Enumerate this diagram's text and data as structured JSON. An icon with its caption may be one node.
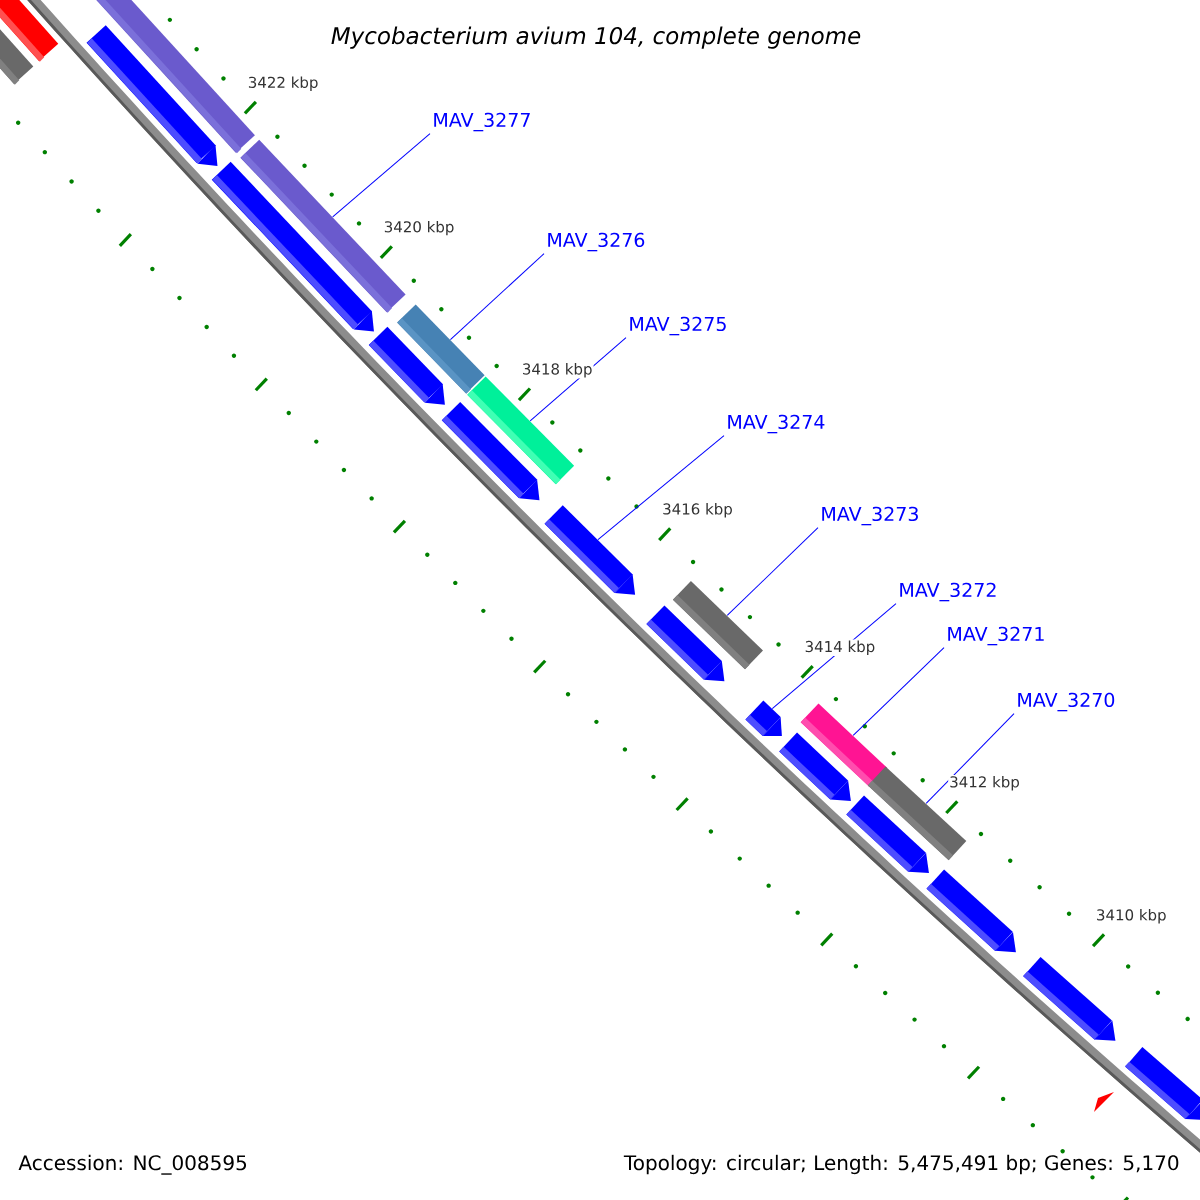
{
  "diagram": {
    "title": "Mycobacterium avium 104, complete genome",
    "nodes": [
      {
        "text": [
          "MAV_3277"
        ]
      },
      {
        "text": [
          "MAV_3276"
        ]
      },
      {
        "text": [
          "MAV_3275"
        ]
      },
      {
        "text": [
          "MAV_3274"
        ]
      },
      {
        "text": [
          "MAV_3273"
        ]
      },
      {
        "text": [
          "MAV_3272"
        ]
      },
      {
        "text": [
          "MAV_3271"
        ]
      },
      {
        "text": [
          "MAV_3270"
        ]
      },
      {
        "text": [],
        "shape": "bar"
      },
      {
        "text": [],
        "shape": "bar"
      },
      {
        "text": [],
        "shape": "bar"
      },
      {
        "text": [],
        "shape": "arrow"
      },
      {
        "text": [],
        "shape": "bar"
      },
      {
        "text": [],
        "shape": "arrow"
      },
      {
        "text": [],
        "shape": "bar"
      },
      {
        "text": [],
        "shape": "arrow"
      },
      {
        "text": [],
        "shape": "bar"
      },
      {
        "text": [],
        "shape": "arrow"
      },
      {
        "text": [],
        "shape": "arrow"
      },
      {
        "text": [],
        "shape": "bar"
      },
      {
        "text": [],
        "shape": "arrow"
      },
      {
        "text": [],
        "shape": "arrow"
      },
      {
        "text": [],
        "shape": "bar"
      },
      {
        "text": [],
        "shape": "arrow"
      },
      {
        "text": [],
        "shape": "bar"
      },
      {
        "text": [],
        "shape": "arrow"
      },
      {
        "text": [],
        "shape": "arrow"
      },
      {
        "text": [],
        "shape": "arrow"
      },
      {
        "text": [],
        "shape": "arrow"
      }
    ],
    "edges": [
      {
        "from": 0,
        "to": 12,
        "arrow": "none"
      },
      {
        "from": 1,
        "to": 14,
        "arrow": "none"
      },
      {
        "from": 2,
        "to": 16,
        "arrow": "none"
      },
      {
        "from": 3,
        "to": 18,
        "arrow": "none"
      },
      {
        "from": 4,
        "to": 19,
        "arrow": "none"
      },
      {
        "from": 5,
        "to": 21,
        "arrow": "none"
      },
      {
        "from": 6,
        "to": 22,
        "arrow": "none"
      },
      {
        "from": 7,
        "to": 24,
        "arrow": "none"
      }
    ],
    "labels": [
      "3422 kbp",
      "3420 kbp",
      "3418 kbp",
      "3416 kbp",
      "3414 kbp",
      "3412 kbp",
      "3410 kbp",
      "Accession: NC_008595",
      "Topology: circular; Length: 5,475,491 bp; Genes: 5,170"
    ]
  }
}
